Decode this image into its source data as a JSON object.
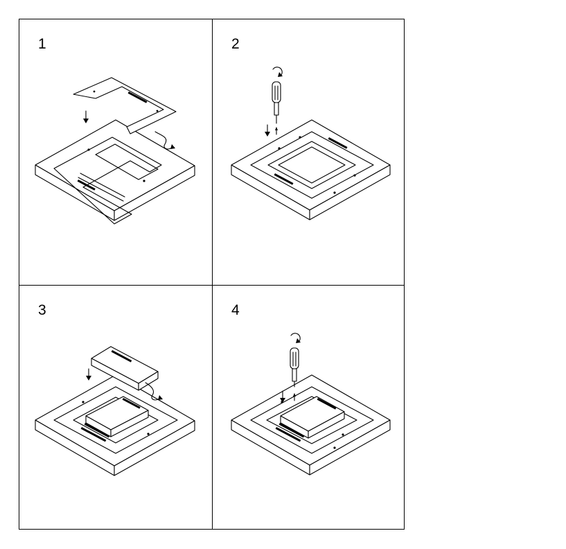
{
  "steps": [
    {
      "number": "1",
      "action": "place-gasket"
    },
    {
      "number": "2",
      "action": "screw-gasket"
    },
    {
      "number": "3",
      "action": "place-cover"
    },
    {
      "number": "4",
      "action": "screw-cover"
    }
  ],
  "colors": {
    "line": "#000000",
    "background": "#ffffff"
  }
}
